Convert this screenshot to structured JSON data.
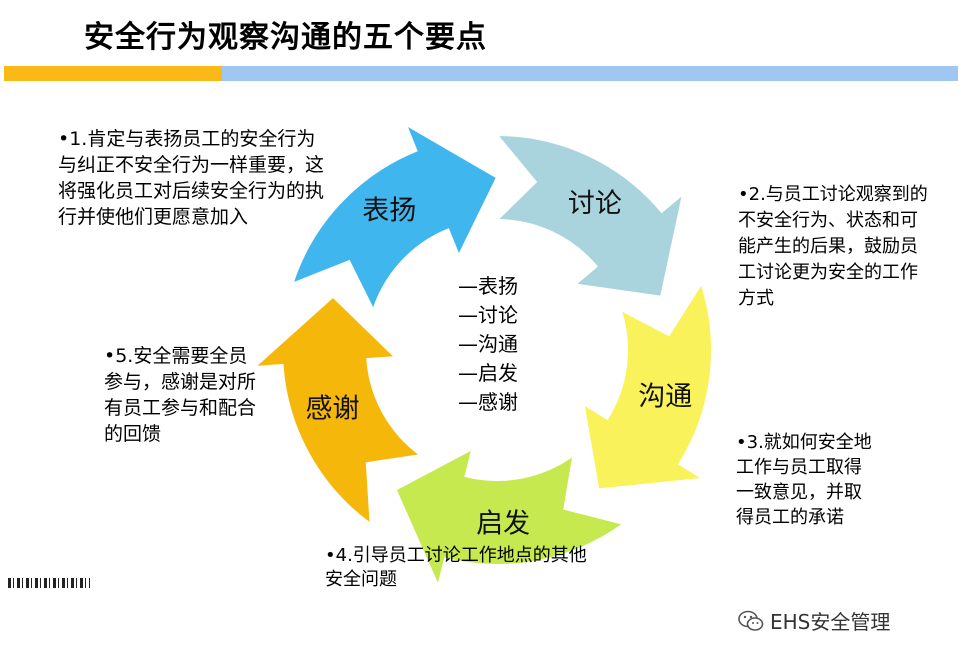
{
  "title": "安全行为观察沟通的五个要点",
  "colors": {
    "accent_yellow": "#FBB917",
    "accent_blue": "#9FC7F0",
    "seg_blue": "#3FB6EE",
    "seg_teal": "#A9D4DE",
    "seg_yellow": "#F9F25A",
    "seg_green": "#C6E94F",
    "seg_orange": "#F5B70A"
  },
  "segments": [
    {
      "label": "表扬"
    },
    {
      "label": "讨论"
    },
    {
      "label": "沟通"
    },
    {
      "label": "启发"
    },
    {
      "label": "感谢"
    }
  ],
  "center_list": [
    "—表扬",
    "—讨论",
    "—沟通",
    "—启发",
    "—感谢"
  ],
  "notes": {
    "n1": "•1.肯定与表扬员工的安全行为与纠正不安全行为一样重要，这将强化员工对后续安全行为的执行并使他们更愿意加入",
    "n2": "•2.与员工讨论观察到的不安全行为、状态和可能产生的后果，鼓励员工讨论更为安全的工作方式",
    "n3": "•3.就如何安全地工作与员工取得一致意见，并取得员工的承诺",
    "n4": "•4.引导员工讨论工作地点的其他安全问题",
    "n5": "•5.安全需要全员参与，感谢是对所有员工参与和配合的回馈"
  },
  "brand": "EHS安全管理"
}
